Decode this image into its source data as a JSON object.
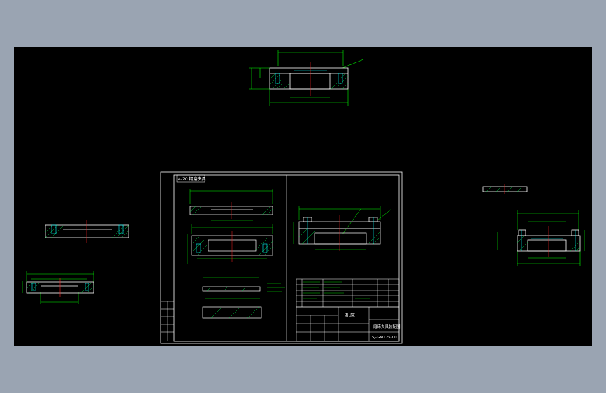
{
  "sheet": {
    "title_block": {
      "company": "机床",
      "left_heading": "4-20 精磨夹具",
      "drawing_title": "磨床夹具装配图",
      "drawing_number": "SJ-GM125-00"
    }
  },
  "colors": {
    "background": "#9aa4b2",
    "canvas": "#000000",
    "outline": "#ffffff",
    "dimension": "#00ff00",
    "hatch": "#00cc44",
    "centerline": "#ff2020",
    "edge": "#00ffff",
    "title_text": "#ffffff"
  }
}
